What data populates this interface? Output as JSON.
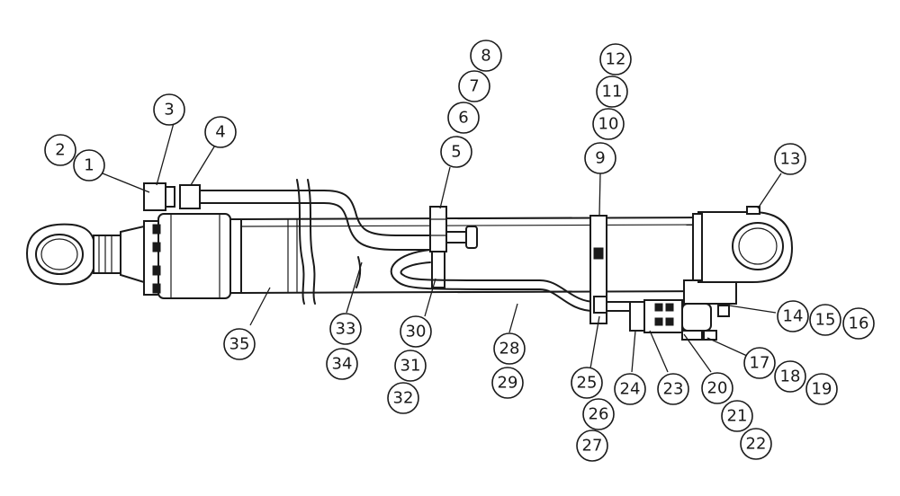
{
  "callouts": [
    "1",
    "2",
    "3",
    "4",
    "5",
    "6",
    "7",
    "8",
    "9",
    "10",
    "11",
    "12",
    "13",
    "14",
    "15",
    "16",
    "17",
    "18",
    "19",
    "20",
    "21",
    "22",
    "23",
    "24",
    "25",
    "26",
    "27",
    "28",
    "29",
    "30",
    "31",
    "32",
    "33",
    "34",
    "35"
  ],
  "colors": {
    "ink": "#1a1a1a",
    "background": "#ffffff"
  }
}
